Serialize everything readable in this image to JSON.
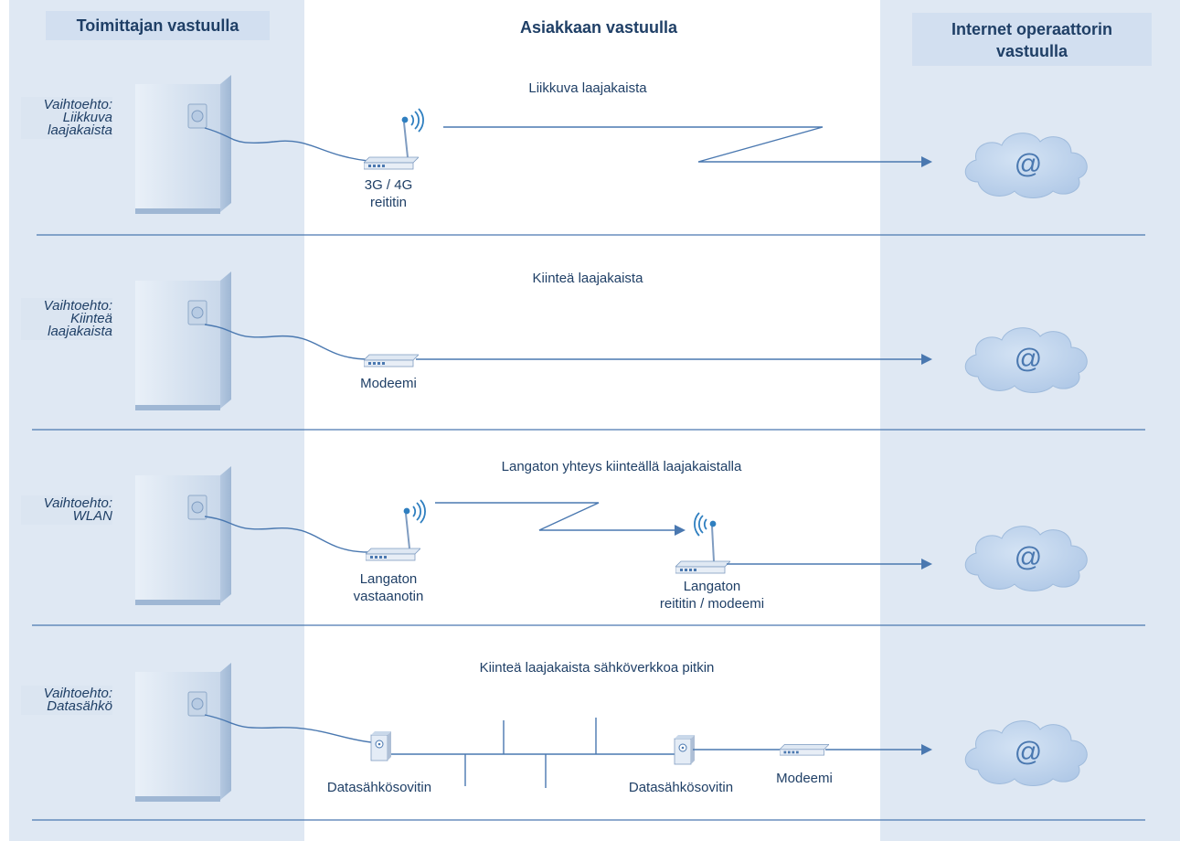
{
  "headers": {
    "left": "Toimittajan vastuulla",
    "middle": "Asiakkaan vastuulla",
    "right_line1": "Internet operaattorin",
    "right_line2": "vastuulla"
  },
  "rows": [
    {
      "option_lines": [
        "Vaihtoehto:",
        "Liikkuva",
        "laajakaista"
      ],
      "title": "Liikkuva laajakaista",
      "labels": [
        {
          "lines": [
            "3G / 4G",
            "reititin"
          ]
        }
      ],
      "cloud": "@"
    },
    {
      "option_lines": [
        "Vaihtoehto:",
        "Kiinteä",
        "laajakaista"
      ],
      "title": "Kiinteä laajakaista",
      "labels": [
        {
          "lines": [
            "Modeemi"
          ]
        }
      ],
      "cloud": "@"
    },
    {
      "option_lines": [
        "Vaihtoehto:",
        "WLAN"
      ],
      "title": "Langaton yhteys kiinteällä laajakaistalla",
      "labels": [
        {
          "lines": [
            "Langaton",
            "vastaanotin"
          ]
        },
        {
          "lines": [
            "Langaton",
            "reititin / modeemi"
          ]
        }
      ],
      "cloud": "@"
    },
    {
      "option_lines": [
        "Vaihtoehto:",
        "Datasähkö"
      ],
      "title": "Kiinteä laajakaista sähköverkkoa pitkin",
      "labels": [
        {
          "lines": [
            "Datasähkösovitin"
          ]
        },
        {
          "lines": [
            "Datasähkösovitin"
          ]
        },
        {
          "lines": [
            "Modeemi"
          ]
        }
      ],
      "cloud": "@"
    }
  ],
  "colors": {
    "column_bg": "#dfe8f3",
    "header_box": "#d2dff0",
    "line": "#4a78b0",
    "text": "#1f3f66",
    "cloud": "#b9cfe8"
  },
  "icons": [
    "cabinet-icon",
    "router-icon",
    "wifi-signal-icon",
    "modem-icon",
    "powerline-adapter-icon",
    "cloud-icon",
    "arrow-icon"
  ]
}
